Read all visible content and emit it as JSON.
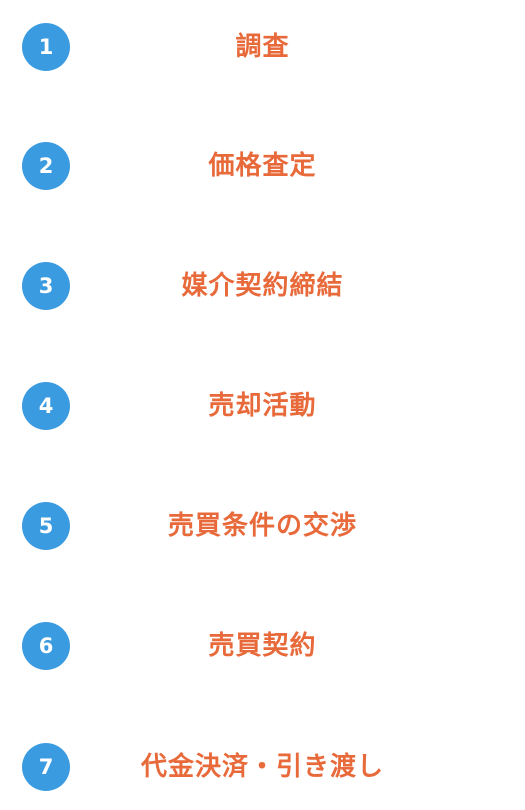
{
  "colors": {
    "badge": "#3b9be0",
    "label": "#e8693a"
  },
  "steps": [
    {
      "number": "1",
      "label": "調査"
    },
    {
      "number": "2",
      "label": "価格査定"
    },
    {
      "number": "3",
      "label": "媒介契約締結"
    },
    {
      "number": "4",
      "label": "売却活動"
    },
    {
      "number": "5",
      "label": "売買条件の交渉"
    },
    {
      "number": "6",
      "label": "売買契約"
    },
    {
      "number": "7",
      "label": "代金決済・引き渡し"
    }
  ]
}
